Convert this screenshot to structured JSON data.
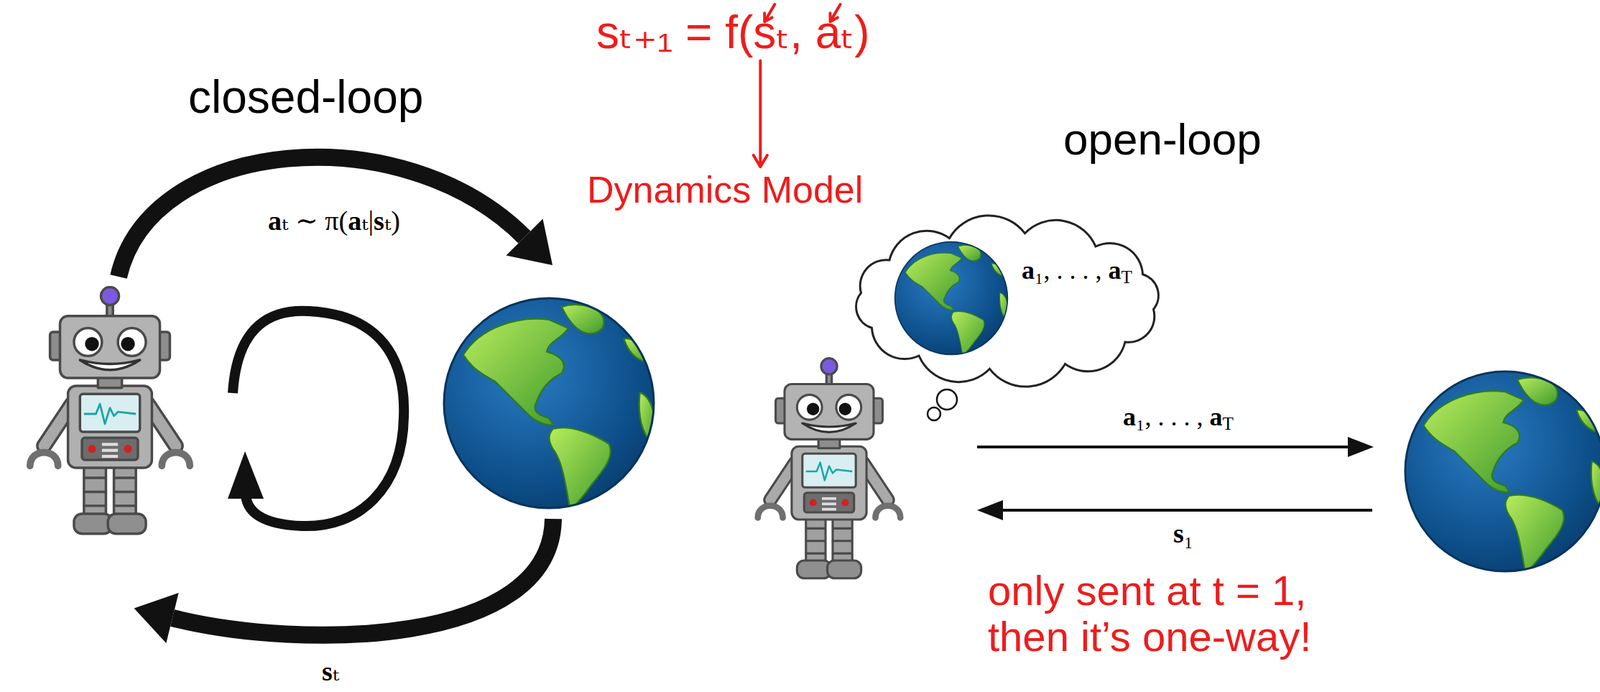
{
  "diagram": {
    "nodes": [
      {
        "text": [
          "a₁, . . . , aT"
        ]
      }
    ],
    "labels": [
      "closed-loop",
      "sₜ₊₁ = f(sₜ, aₜ)",
      "Dynamics Model",
      "open-loop",
      "aₜ ∼ π(aₜ|sₜ)",
      "a₁, . . . , aT",
      "sₜ",
      "s₁",
      "only sent at t = 1, then it’s one-way!"
    ]
  }
}
